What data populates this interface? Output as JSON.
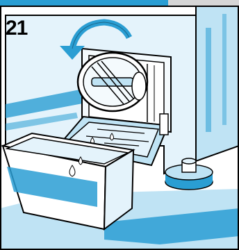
{
  "step_number": "21",
  "colors": {
    "accent_blue": "#2a9ed3",
    "light_blue": "#bfe3f4",
    "pale_blue": "#e4f3fb",
    "outline": "#000000",
    "top_grey": "#d6d6d6"
  },
  "icons": {
    "rotation_arrow": "counterclockwise-arrow-icon",
    "filter_cap": "drain-pump-filter-cap",
    "flap": "service-flap",
    "tray": "water-collection-tray",
    "foot": "adjustable-foot"
  }
}
